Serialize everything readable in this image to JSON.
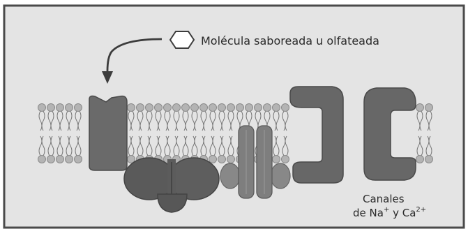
{
  "labels": {
    "molecule": "Molécula saboreada u olfateada",
    "channels_line1": "Canales",
    "channels_line2_prefix": "de Na",
    "channels_line2_sup1": "+",
    "channels_line2_mid": " y Ca",
    "channels_line2_sup2": "2+"
  },
  "colors": {
    "background": "#e4e4e4",
    "frame": "#4a4a4a",
    "protein_dark": "#5a5a5a",
    "protein_mid": "#6e6e6e",
    "protein_light": "#8c8c8c",
    "lipid_head": "#b4b4b4",
    "lipid_tail": "#7a7a7a",
    "text": "#2a2a2a"
  }
}
